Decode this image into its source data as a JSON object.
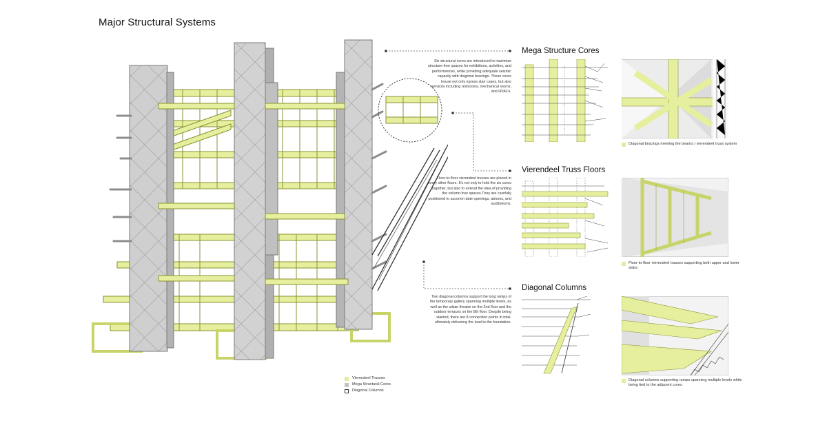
{
  "page": {
    "title": "Major Structural Systems"
  },
  "colors": {
    "truss": "#e6ef9d",
    "truss_stroke": "#8a9232",
    "core": "#c9c9c9",
    "core_stroke": "#7a7a7a",
    "diagonal": "#333333"
  },
  "legend": {
    "items": [
      {
        "label": "Vierendeel Trusses",
        "color": "#e3ec9f",
        "outline": false
      },
      {
        "label": "Mega Structural Cores",
        "color": "#c4c4c4",
        "outline": false
      },
      {
        "label": "Diagonal Columns",
        "color": "#ffffff",
        "outline": true
      }
    ]
  },
  "sections": [
    {
      "title": "Mega Structure Cores",
      "description": "Six structural cores are introduced to maximize structure-free spaces for exhibitions, activities, and performances, while providing adequate seismic capacity with diagonal bracings. These cores house not only egress stair cases, but also services including restrooms, mechanical rooms, and HVACs.",
      "caption": "Diagonal bracings meeting the beams / vierendeel truss system"
    },
    {
      "title": "Vierendeel Truss Floors",
      "description": "Floor-to-floor vierendeel trusses are placed in every other floors. It's not only to hold the six cores together, but also to extend the idea of providing the column-free spaces.They are carefully positioned to accomm date openings, atriums, and auditoriums.",
      "caption": "Floor-to-floor vierendeel trusses supporting both upper and lower slabs"
    },
    {
      "title": "Diagonal Columns",
      "description": "Two diagonal columns support the long ramps of the temporary gallery spanning multiple levels, as well as the urban theatre on the 2nd floor and the outdoor terraces on the 8th floor. Despite being slanted, there are 8 connection points in total, ultimately delivering the load to the foundation.",
      "caption": "Diagonal columns supporting ramps spanning multiple levels while being tied to the adjacent cores"
    }
  ]
}
